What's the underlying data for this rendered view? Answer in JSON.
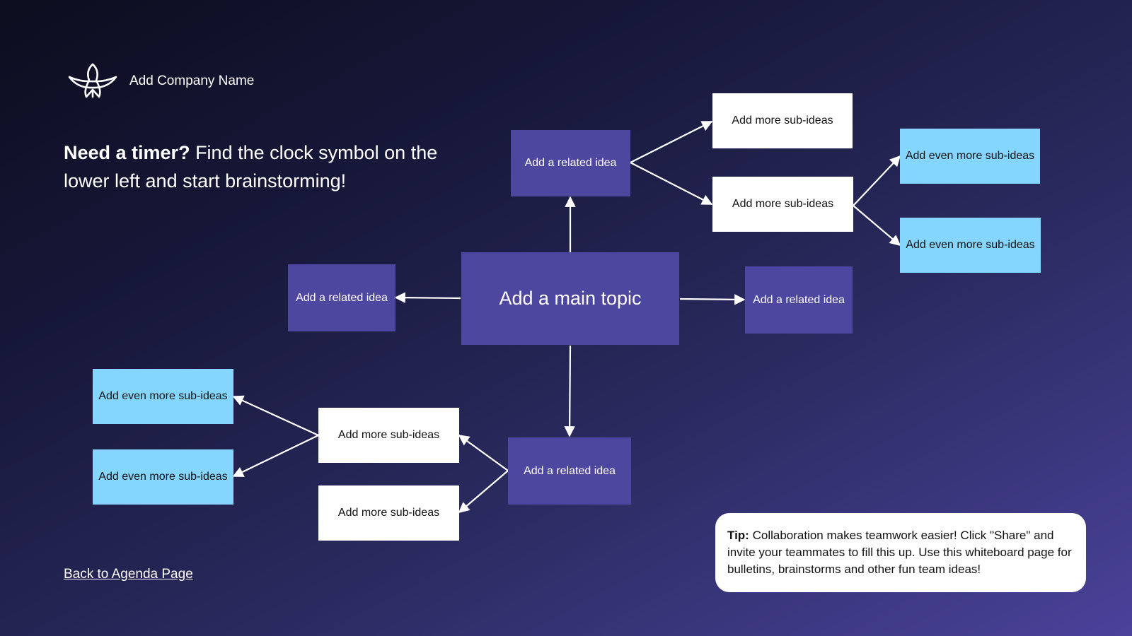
{
  "header": {
    "company_name": "Add Company Name",
    "logo_icon": "bird-logo-icon"
  },
  "headline": {
    "bold": "Need a timer?",
    "rest": " Find the clock symbol on the lower left and start brainstorming!"
  },
  "mindmap": {
    "main_topic": "Add a main topic",
    "related_top": "Add a related idea",
    "related_left": "Add a related idea",
    "related_right": "Add a related idea",
    "related_bottom": "Add a related idea",
    "sub_top_1": "Add more sub-ideas",
    "sub_top_2": "Add more sub-ideas",
    "sub_bottom_1": "Add more sub-ideas",
    "sub_bottom_2": "Add more sub-ideas",
    "even_top_1": "Add even more sub-ideas",
    "even_top_2": "Add even more sub-ideas",
    "even_bottom_1": "Add even more sub-ideas",
    "even_bottom_2": "Add even more sub-ideas"
  },
  "tip": {
    "label": "Tip:",
    "text": " Collaboration makes teamwork easier! Click \"Share\" and invite your teammates to fill this up. Use this whiteboard page for bulletins, brainstorms and other fun team ideas!"
  },
  "footer": {
    "back_link": "Back to Agenda Page"
  },
  "colors": {
    "node_purple": "#4d47a0",
    "sub_white": "#ffffff",
    "even_sub_blue": "#85d6ff",
    "background_dark": "#0c0d1e",
    "background_light": "#4a429a"
  }
}
